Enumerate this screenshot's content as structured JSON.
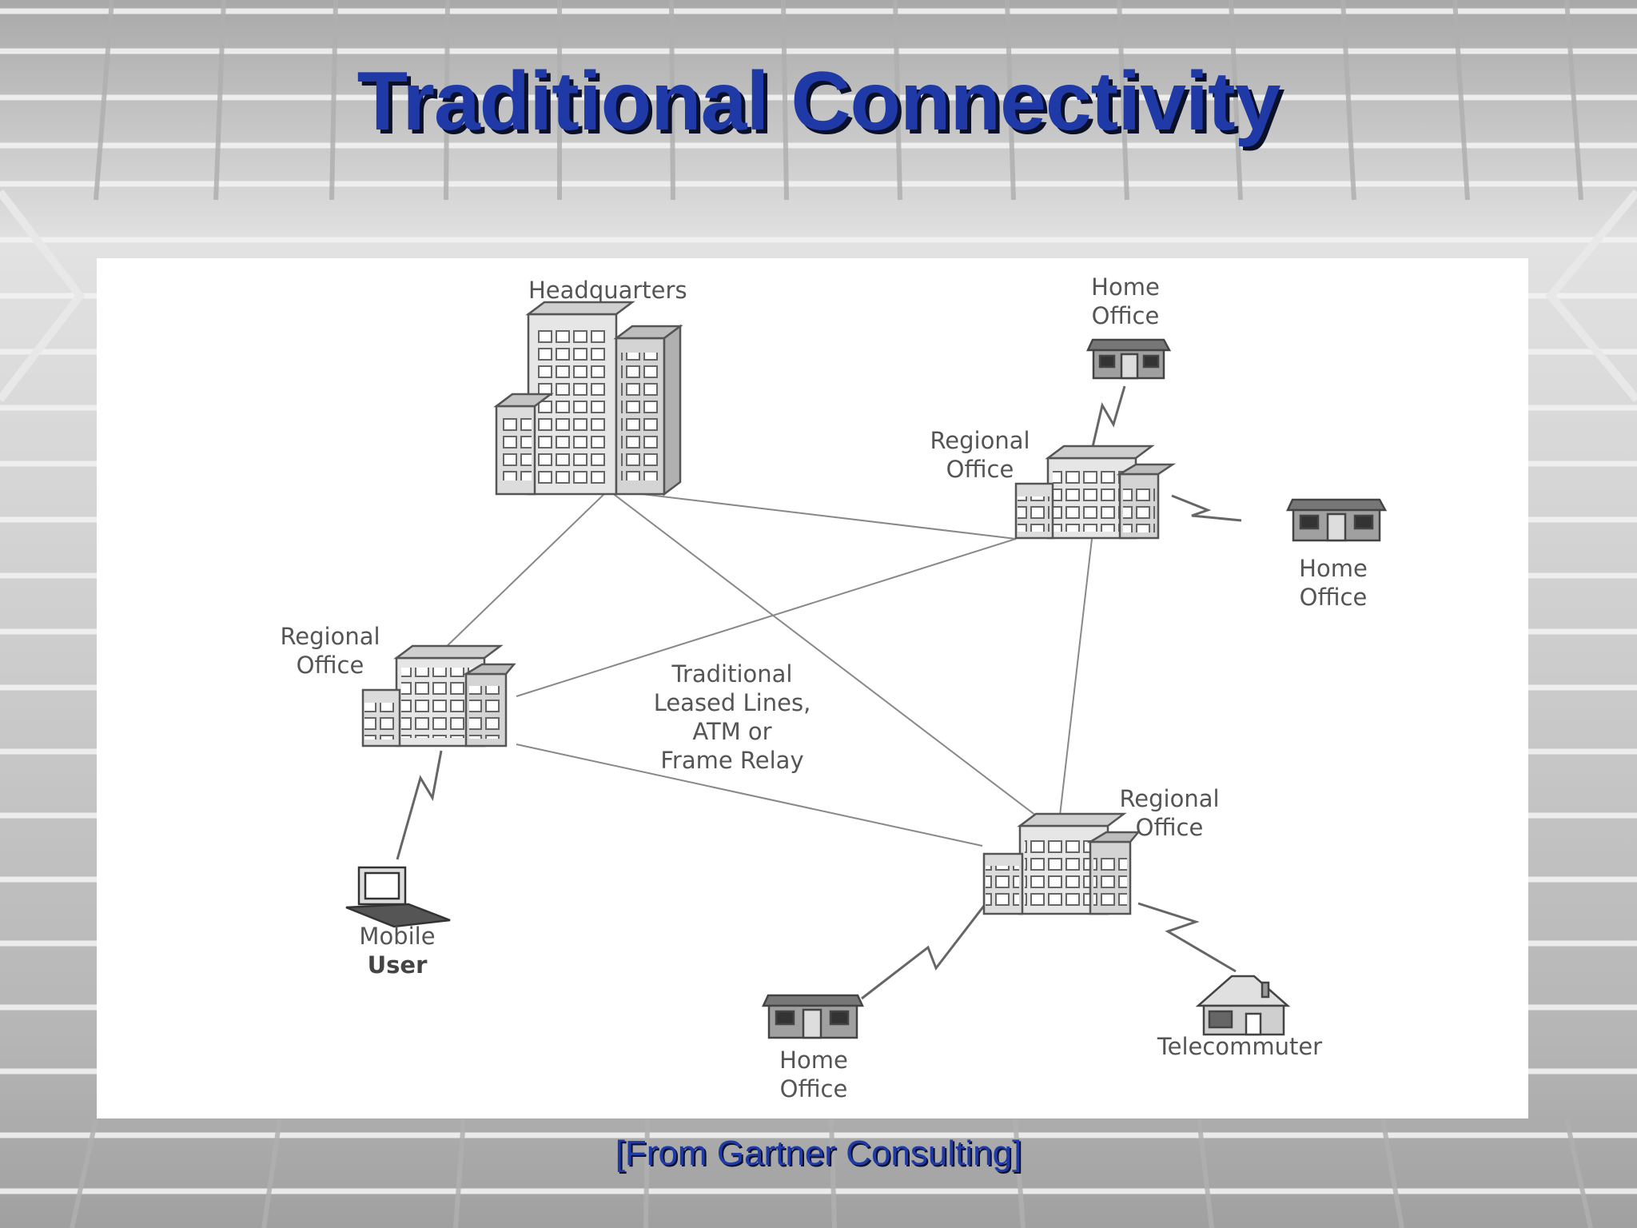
{
  "slide": {
    "title": "Traditional Connectivity",
    "caption": "[From Gartner Consulting]"
  },
  "diagram": {
    "headquarters": "Headquarters",
    "regional_office_ne": {
      "line1": "Regional",
      "line2": "Office"
    },
    "regional_office_w": {
      "line1": "Regional",
      "line2": "Office"
    },
    "regional_office_se": {
      "line1": "Regional",
      "line2": "Office"
    },
    "home_office_top": {
      "line1": "Home",
      "line2": "Office"
    },
    "home_office_right": {
      "line1": "Home",
      "line2": "Office"
    },
    "home_office_bottom": {
      "line1": "Home",
      "line2": "Office"
    },
    "mobile_user": {
      "line1": "Mobile",
      "line2": "User"
    },
    "telecommuter": "Telecommuter",
    "network_label": {
      "line1": "Traditional",
      "line2": "Leased Lines,",
      "line3": "ATM or",
      "line4": "Frame Relay"
    }
  },
  "colors": {
    "title": "#1f39a6",
    "title_shadow": "#0a0f2a",
    "caption": "#1f39a6",
    "panel": "#ffffff",
    "line": "#7a7a7a"
  }
}
